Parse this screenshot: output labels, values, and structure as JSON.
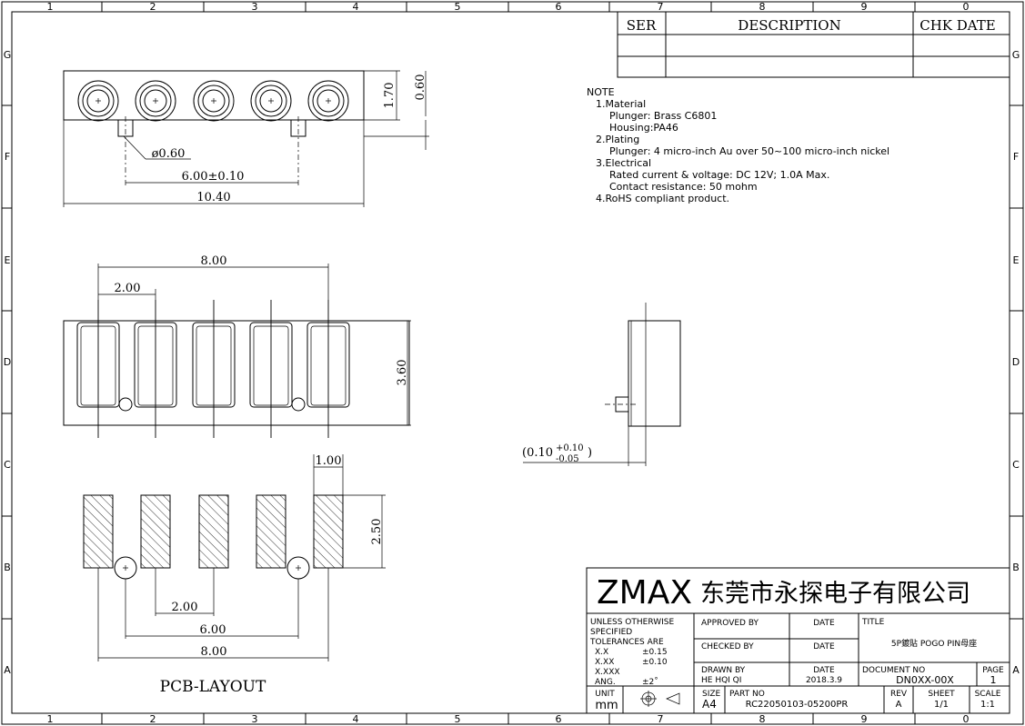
{
  "border": {
    "col_labels": [
      "1",
      "2",
      "3",
      "4",
      "5",
      "6",
      "7",
      "8",
      "9",
      "0"
    ],
    "row_labels": [
      "G",
      "F",
      "E",
      "D",
      "C",
      "B",
      "A"
    ]
  },
  "revision_table": {
    "headers": [
      "SER",
      "DESCRIPTION",
      "CHK DATE"
    ]
  },
  "notes": {
    "heading": "NOTE",
    "lines": [
      "1.Material",
      "Plunger: Brass C6801",
      "Housing:PA46",
      "2.Plating",
      "Plunger: 4 micro-inch  Au over 50~100 micro-inch nickel",
      "3.Electrical",
      "Rated current & voltage: DC 12V; 1.0A Max.",
      "Contact resistance: 50 mohm",
      "4.RoHS compliant product."
    ]
  },
  "dimensions": {
    "top_height": "1.70",
    "top_pin": "0.60",
    "peg_dia": "ø0.60",
    "peg_pitch": "6.00±0.10",
    "overall_length": "10.40",
    "pin_span": "8.00",
    "pin_pitch": "2.00",
    "body_height": "3.60",
    "side_base": "(0.10",
    "side_tol_plus": "+0.10",
    "side_tol_minus": "-0.05",
    "side_close": ")",
    "pad_width": "1.00",
    "pad_height": "2.50",
    "pcb_pitch": "2.00",
    "pcb_peg_pitch": "6.00",
    "pcb_span": "8.00",
    "pcb_label": "PCB-LAYOUT"
  },
  "title_block": {
    "company_logo": "ZMAX",
    "company_name": "东莞市永探电子有限公司",
    "tolerance_lines": [
      "UNLESS OTHERWISE",
      "SPECIFIED",
      "TOLERANCES ARE"
    ],
    "tol_xx_label": "X.X",
    "tol_xx_value": "±0.15",
    "tol_xxx_label": "X.XX",
    "tol_xxx_value": "±0.10",
    "tol_xxxx_label": "X.XXX",
    "tol_ang_label": "ANG.",
    "tol_ang_value": "±2˚",
    "approved_by_label": "APPROVED BY",
    "checked_by_label": "CHECKED BY",
    "drawn_by_label": "DRAWN BY",
    "drawn_by_value": "HE HQI QI",
    "date_label_1": "DATE",
    "date_label_2": "DATE",
    "date_label_3": "DATE",
    "date_value": "2018.3.9",
    "title_label": "TITLE",
    "title_value": "5P鍍貼 POGO PIN母座",
    "document_no_label": "DOCUMENT NO",
    "document_no_value": "DN0XX-00X",
    "page_label": "PAGE",
    "page_value": "1",
    "unit_label": "UNIT",
    "unit_value": "mm",
    "size_label": "SIZE",
    "size_value": "A4",
    "part_no_label": "PART NO",
    "part_no_value": "RC22050103-05200PR",
    "rev_label": "REV",
    "rev_value": "A",
    "sheet_label": "SHEET",
    "sheet_value": "1/1",
    "scale_label": "SCALE",
    "scale_value": "1:1"
  }
}
